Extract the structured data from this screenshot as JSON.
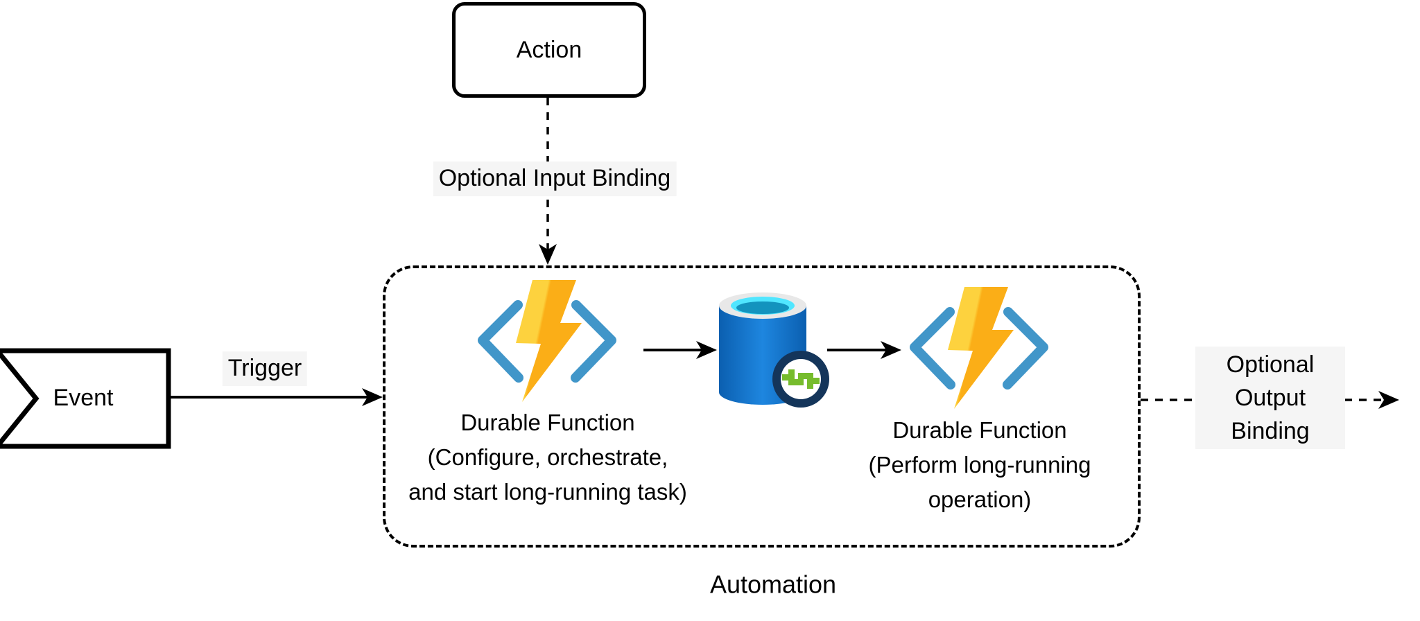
{
  "nodes": {
    "action": {
      "label": "Action"
    },
    "event": {
      "label": "Event"
    },
    "automation_group": {
      "label": "Automation"
    },
    "function_orchestrator": {
      "icon": "azure-functions-icon",
      "caption": "Durable Function\n(Configure, orchestrate,\nand start long-running task)"
    },
    "storage": {
      "icon": "azure-storage-cylinder-icon",
      "badge_icon": "sync-task-badge-icon"
    },
    "function_activity": {
      "icon": "azure-functions-icon",
      "caption": "Durable Function\n(Perform long-running\noperation)"
    }
  },
  "edges": {
    "input_binding": {
      "label": "Optional Input Binding",
      "style": "dashed"
    },
    "trigger": {
      "label": "Trigger",
      "style": "solid"
    },
    "orchestrator_to_storage": {
      "style": "solid"
    },
    "storage_to_activity": {
      "style": "solid"
    },
    "output_binding": {
      "label": "Optional\nOutput Binding",
      "style": "dashed"
    }
  },
  "colors": {
    "line": "#000000",
    "functions_bracket_blue": "#4196C9",
    "bolt_yellow_light": "#FDD23E",
    "bolt_yellow_dark": "#FBAE17",
    "storage_blue_dark": "#0B5FB0",
    "storage_blue_light": "#1E86DF",
    "storage_ring_gray": "#E8E8E8",
    "storage_cyan": "#50E6FF",
    "storage_cyan_deep": "#1393BE",
    "badge_navy": "#14355A",
    "badge_green": "#76BC2D"
  }
}
